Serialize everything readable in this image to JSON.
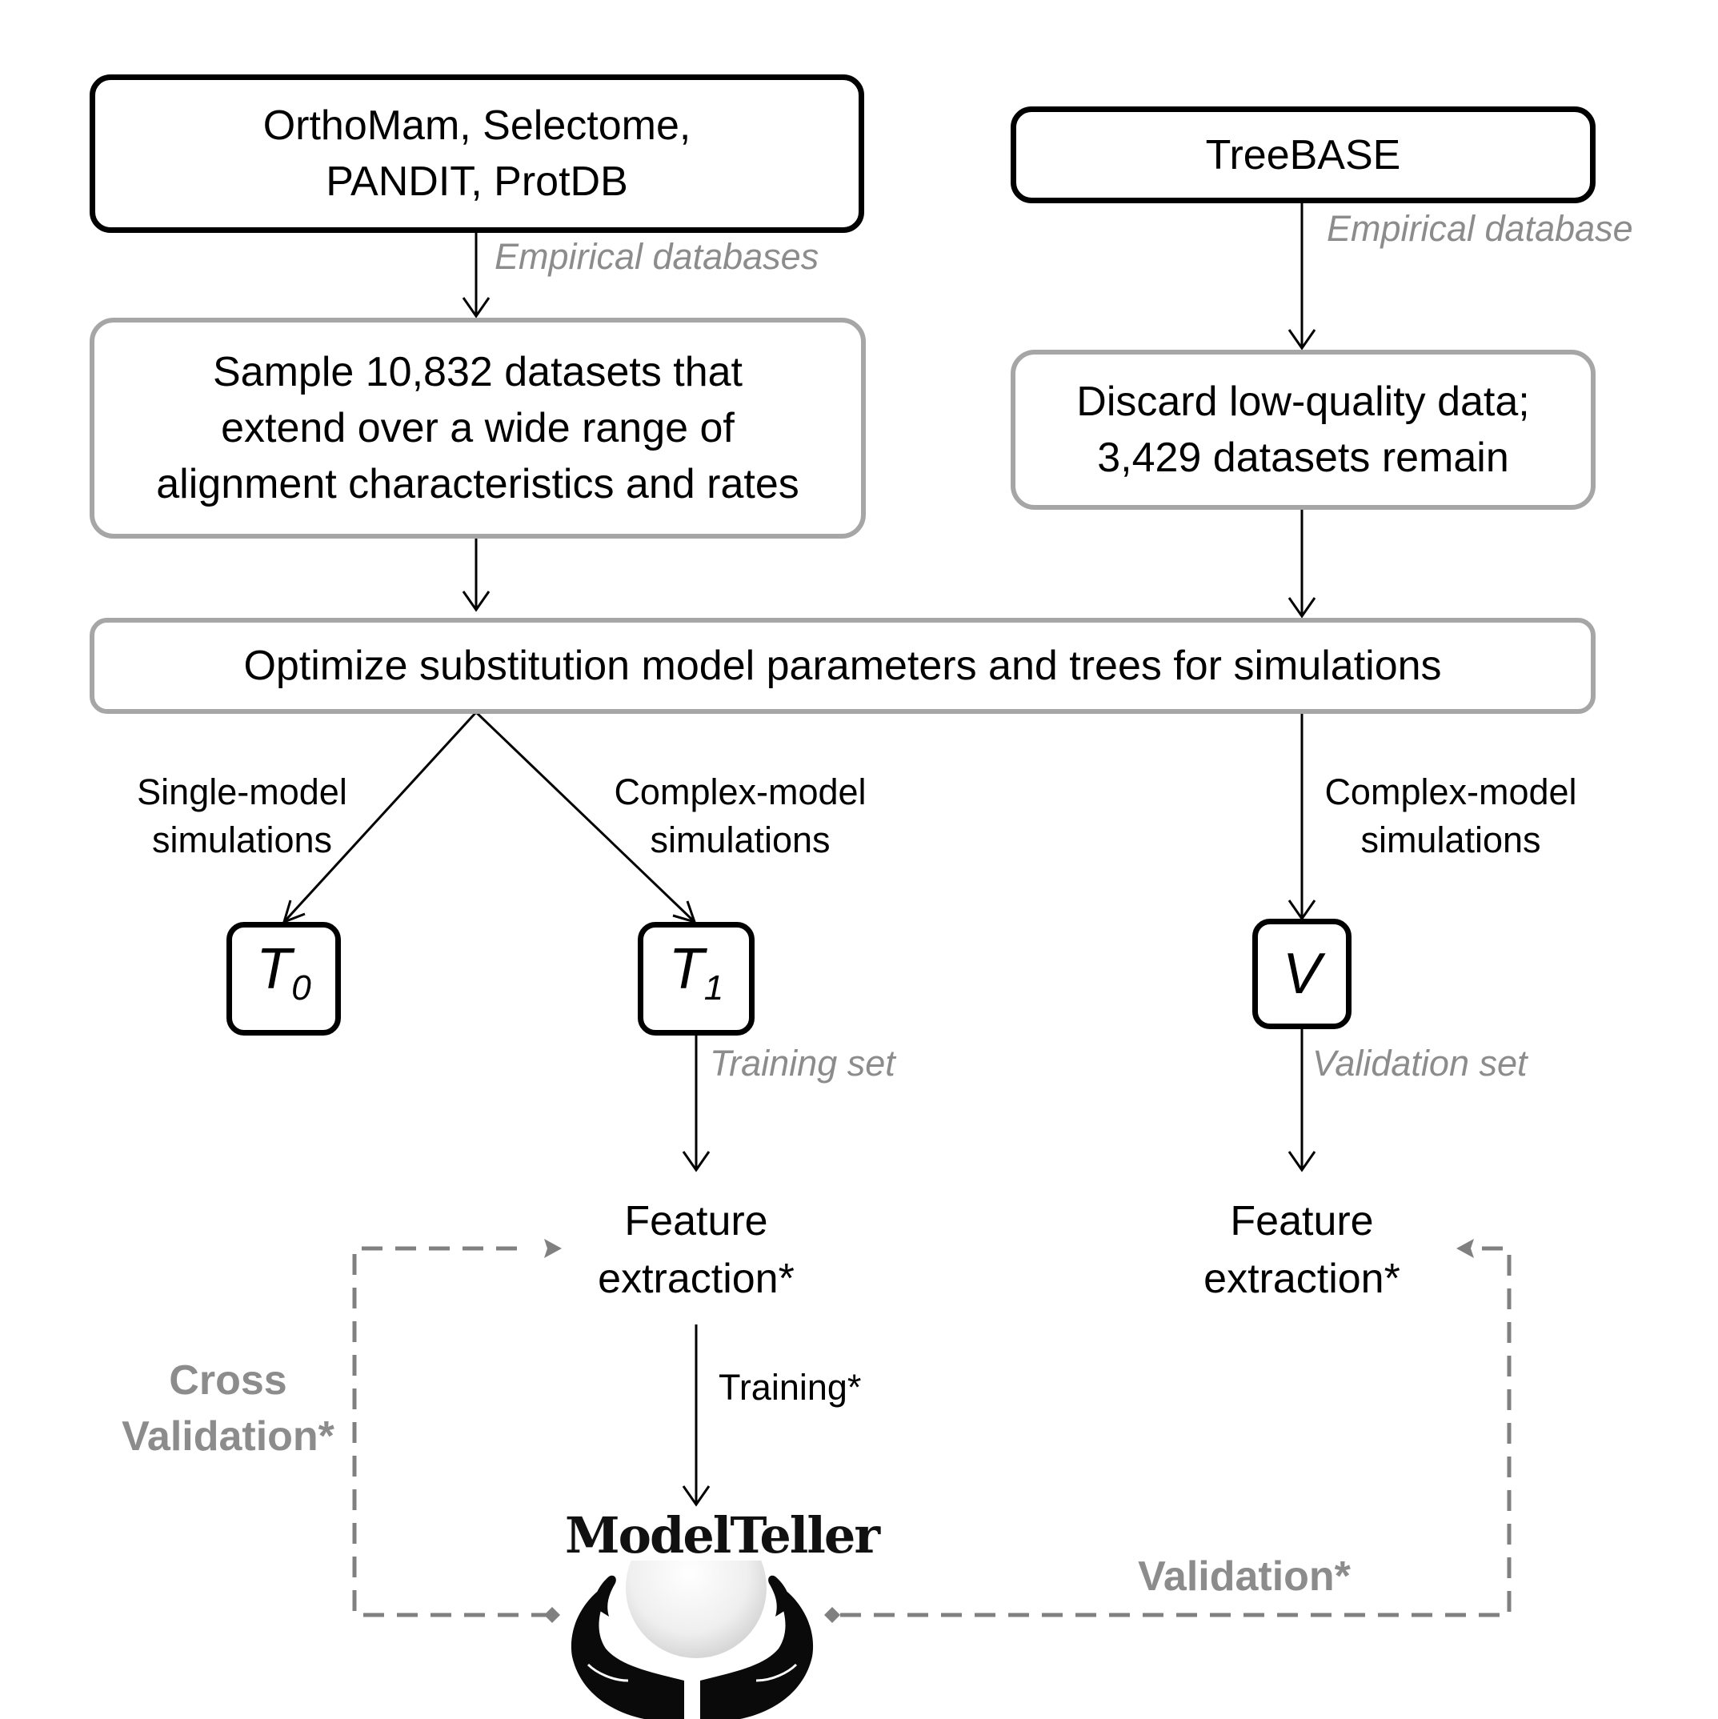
{
  "boxes": {
    "orthomam": "OrthoMam, Selectome,\nPANDIT, ProtDB",
    "treebase": "TreeBASE",
    "sample": "Sample 10,832 datasets that\nextend over a wide range of\nalignment characteristics and rates",
    "discard": "Discard low-quality data;\n3,429 datasets remain",
    "optimize": "Optimize substitution model parameters and trees for simulations"
  },
  "labels": {
    "empirical_databases": "Empirical databases",
    "empirical_database": "Empirical database",
    "single_model": "Single-model\nsimulations",
    "complex_model_left": "Complex-model\nsimulations",
    "complex_model_right": "Complex-model\nsimulations",
    "training_set": "Training set",
    "validation_set": "Validation set",
    "feature_left": "Feature\nextraction*",
    "feature_right": "Feature\nextraction*",
    "training": "Training*",
    "cross_validation": "Cross\nValidation*",
    "validation": "Validation*"
  },
  "sets": {
    "t0_letter": "T",
    "t0_sub": "0",
    "t1_letter": "T",
    "t1_sub": "1",
    "v_letter": "V"
  },
  "logo": {
    "text": "ModelTeller"
  },
  "colors": {
    "black_border": "#000000",
    "gray_border": "#a6a6a6",
    "gray_text": "#8c8c8c",
    "dashed_line": "#808080"
  }
}
